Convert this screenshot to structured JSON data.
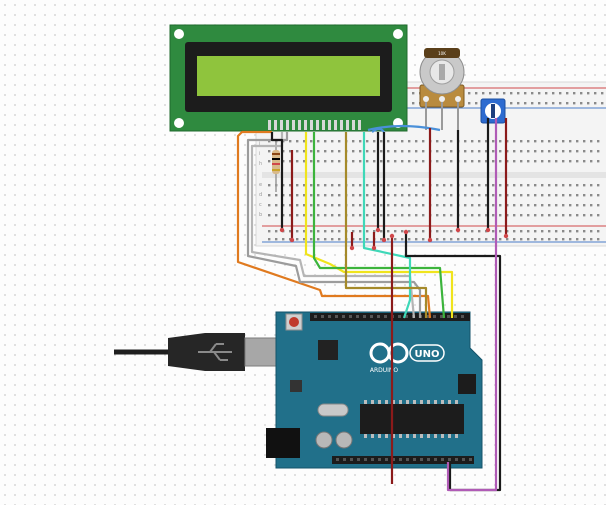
{
  "potentiometer": {
    "label": "10K"
  },
  "arduino": {
    "logo_text": "UNO",
    "brand_text": "ARDUINO"
  },
  "colors": {
    "lcd_board": "#2f8a3f",
    "lcd_screen": "#8fc43d",
    "arduino_board": "#21708a",
    "breadboard": "#f2f2f2",
    "power_rail_red": "#d0474a",
    "power_rail_blue": "#4a7cc7"
  },
  "wires": [
    "orange",
    "gray",
    "yellow",
    "green",
    "teal",
    "olive",
    "black",
    "dark-red",
    "magenta",
    "blue"
  ]
}
